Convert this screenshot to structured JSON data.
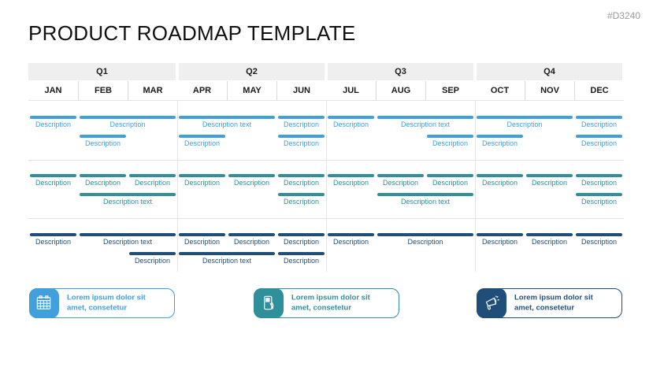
{
  "slide": {
    "title": "PRODUCT ROADMAP TEMPLATE",
    "code": "#D3240"
  },
  "timeline": {
    "quarters": [
      "Q1",
      "Q2",
      "Q3",
      "Q4"
    ],
    "months": [
      "JAN",
      "FEB",
      "MAR",
      "APR",
      "MAY",
      "JUN",
      "JUL",
      "AUG",
      "SEP",
      "OCT",
      "NOV",
      "DEC"
    ]
  },
  "colors": {
    "row1": "#41a0dc",
    "row2": "#2f8f9b",
    "row3": "#1f4e79",
    "header_band": "#efefef",
    "grid_line": "#e4e4e4"
  },
  "rows": [
    {
      "name": "row-1",
      "color": "#41a0dc",
      "lines": [
        [
          {
            "month": 0,
            "span": 1,
            "label": "Description"
          },
          {
            "month": 1,
            "span": 2,
            "label": "Description"
          },
          {
            "month": 3,
            "span": 2,
            "label": "Description text"
          },
          {
            "month": 5,
            "span": 1,
            "label": "Description"
          },
          {
            "month": 6,
            "span": 1,
            "label": "Description"
          },
          {
            "month": 7,
            "span": 2,
            "label": "Description text"
          },
          {
            "month": 9,
            "span": 2,
            "label": "Description"
          },
          {
            "month": 11,
            "span": 1,
            "label": "Description"
          }
        ],
        [
          {
            "month": 1,
            "span": 1,
            "label": "Description"
          },
          {
            "month": 3,
            "span": 1,
            "label": "Description"
          },
          {
            "month": 5,
            "span": 1,
            "label": "Description"
          },
          {
            "month": 8,
            "span": 1,
            "label": "Description"
          },
          {
            "month": 9,
            "span": 1,
            "label": "Description"
          },
          {
            "month": 11,
            "span": 1,
            "label": "Description"
          }
        ]
      ]
    },
    {
      "name": "row-2",
      "color": "#2f8f9b",
      "lines": [
        [
          {
            "month": 0,
            "span": 1,
            "label": "Description"
          },
          {
            "month": 1,
            "span": 1,
            "label": "Description"
          },
          {
            "month": 2,
            "span": 1,
            "label": "Description"
          },
          {
            "month": 3,
            "span": 1,
            "label": "Description"
          },
          {
            "month": 4,
            "span": 1,
            "label": "Description"
          },
          {
            "month": 5,
            "span": 1,
            "label": "Description"
          },
          {
            "month": 6,
            "span": 1,
            "label": "Description"
          },
          {
            "month": 7,
            "span": 1,
            "label": "Description"
          },
          {
            "month": 8,
            "span": 1,
            "label": "Description"
          },
          {
            "month": 9,
            "span": 1,
            "label": "Description"
          },
          {
            "month": 10,
            "span": 1,
            "label": "Description"
          },
          {
            "month": 11,
            "span": 1,
            "label": "Description"
          }
        ],
        [
          {
            "month": 1,
            "span": 2,
            "label": "Description text"
          },
          {
            "month": 5,
            "span": 1,
            "label": "Description"
          },
          {
            "month": 7,
            "span": 2,
            "label": "Description text"
          },
          {
            "month": 11,
            "span": 1,
            "label": "Description"
          }
        ]
      ]
    },
    {
      "name": "row-3",
      "color": "#1f4e79",
      "lines": [
        [
          {
            "month": 0,
            "span": 1,
            "label": "Description"
          },
          {
            "month": 1,
            "span": 2,
            "label": "Description text"
          },
          {
            "month": 3,
            "span": 1,
            "label": "Description"
          },
          {
            "month": 4,
            "span": 1,
            "label": "Description"
          },
          {
            "month": 5,
            "span": 1,
            "label": "Description"
          },
          {
            "month": 6,
            "span": 1,
            "label": "Description"
          },
          {
            "month": 7,
            "span": 2,
            "label": "Description"
          },
          {
            "month": 9,
            "span": 1,
            "label": "Description"
          },
          {
            "month": 10,
            "span": 1,
            "label": "Description"
          },
          {
            "month": 11,
            "span": 1,
            "label": "Description"
          }
        ],
        [
          {
            "month": 2,
            "span": 1,
            "label": "Description"
          },
          {
            "month": 3,
            "span": 2,
            "label": "Description text"
          },
          {
            "month": 5,
            "span": 1,
            "label": "Description"
          }
        ]
      ]
    }
  ],
  "callouts": [
    {
      "icon": "calendar-icon",
      "color": "#41a0dc",
      "text": "Lorem ipsum dolor sit amet, consetetur"
    },
    {
      "icon": "smartphone-icon",
      "color": "#2f8f9b",
      "text": "Lorem ipsum dolor sit amet, consetetur"
    },
    {
      "icon": "megaphone-icon",
      "color": "#1f4e79",
      "text": "Lorem ipsum dolor sit amet, consetetur"
    }
  ]
}
